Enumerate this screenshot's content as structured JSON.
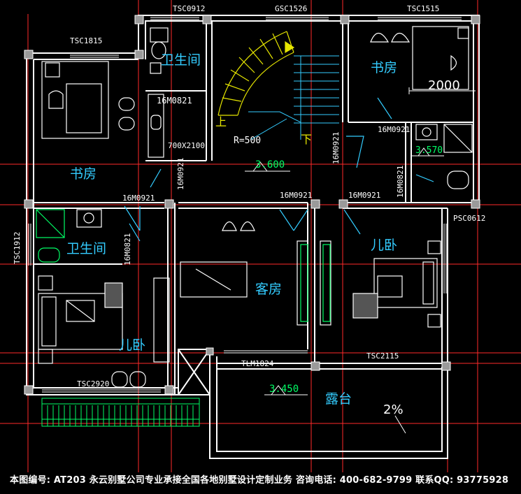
{
  "colors": {
    "background": "#000000",
    "wall": "#ffffff",
    "axis": "#ff2a2a",
    "room_label": "#33ccff",
    "window_label": "#ffffff",
    "stair": "#e6e600",
    "door": "#33ccff",
    "green": "#00ff66",
    "dimension": "#33ccff"
  },
  "rooms": {
    "study_left": "书房",
    "study_right": "书房",
    "bath_top": "卫生间",
    "bath_left": "卫生间",
    "bedroom_left": "儿卧",
    "bedroom_right": "儿卧",
    "living": "客房",
    "terrace": "露台",
    "stair_up": "上",
    "stair_down": "下"
  },
  "windows": {
    "tsc0912": "TSC0912",
    "gsc1526": "GSC1526",
    "tsc1515": "TSC1515",
    "tsc1815": "TSC1815",
    "tsc1912": "TSC1912",
    "psc0612": "PSC0612",
    "tsc2115": "TSC2115",
    "tsc2920": "TSC2920",
    "tlm1824": "TLM1824"
  },
  "doors": {
    "d1": "16M0821",
    "d2": "16M0921",
    "d3": "16M0921",
    "d4": "16M0921",
    "d5": "16M0921",
    "d6": "16M0921",
    "d7": "16M0821",
    "d8": "16M0821",
    "d9": "16M0921"
  },
  "annotations": {
    "shower_size": "700X2100",
    "radius": "R=500",
    "level_main": "3.600",
    "level_bath": "3.570",
    "level_terrace": "3.450",
    "slope": "2%",
    "dim_2000": "2000"
  },
  "footer": {
    "text": "本图编号: AT203  永云别墅公司专业承接全国各地别墅设计定制业务  咨询电话: 400-682-9799  联系QQ: 93775928"
  }
}
